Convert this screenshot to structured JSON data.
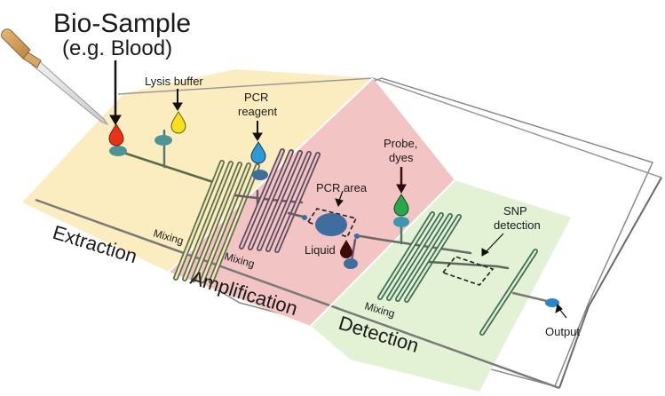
{
  "title": "Bio-Sample",
  "subtitle": "(e.g. Blood)",
  "inputs": {
    "lysis_buffer": "Lysis buffer",
    "pcr_reagent_line1": "PCR",
    "pcr_reagent_line2": "reagent",
    "probe_line1": "Probe,",
    "probe_line2": "dyes"
  },
  "labels": {
    "mixing": "Mixing",
    "pcr_area": "PCR area",
    "liquid": "Liquid",
    "snp_line1": "SNP",
    "snp_line2": "detection",
    "output": "Output"
  },
  "zones": [
    {
      "name": "Extraction",
      "color": "#fcedc0"
    },
    {
      "name": "Amplification",
      "color": "#f2c4c4"
    },
    {
      "name": "Detection",
      "color": "#e3f1d4"
    }
  ],
  "colors": {
    "blood_drop": "#e8321a",
    "lysis_drop": "#f5e21c",
    "pcr_drop": "#2a9bd6",
    "probe_drop": "#27a84a",
    "liquid_drop": "#3d0a0a",
    "reservoir_teal": "#4b9497",
    "reservoir_blue": "#3e6ea0",
    "output_blue": "#2b86c8"
  }
}
